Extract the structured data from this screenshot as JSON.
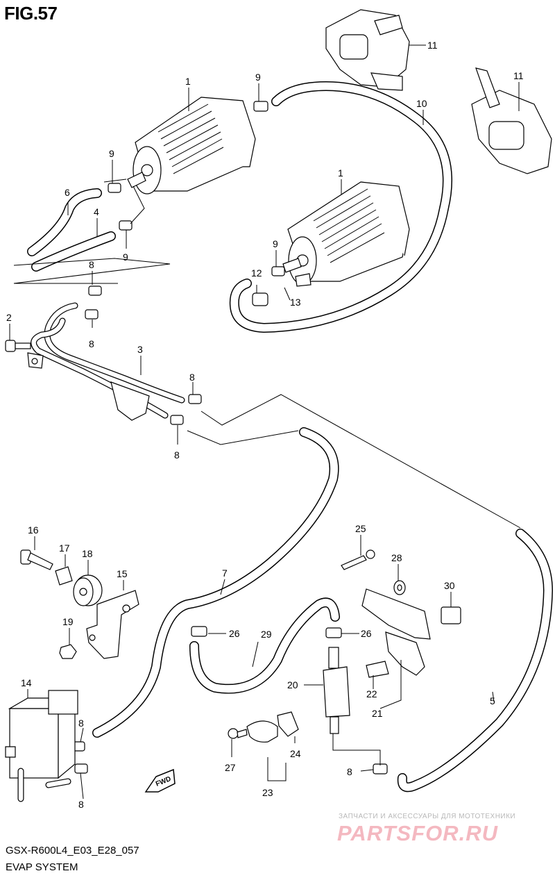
{
  "figure": {
    "title": "FIG.57"
  },
  "footer": {
    "model_code": "GSX-R600L4_E03_E28_057",
    "section_name": "EVAP SYSTEM"
  },
  "callouts": {
    "c1a": "1",
    "c1b": "1",
    "c2": "2",
    "c3": "3",
    "c4": "4",
    "c5": "5",
    "c6": "6",
    "c7": "7",
    "c8a": "8",
    "c8b": "8",
    "c8c": "8",
    "c8d": "8",
    "c8e": "8",
    "c8f": "8",
    "c8g": "8",
    "c9a": "9",
    "c9b": "9",
    "c9c": "9",
    "c9d": "9",
    "c10": "10",
    "c11a": "11",
    "c11b": "11",
    "c12": "12",
    "c13": "13",
    "c14": "14",
    "c15": "15",
    "c16": "16",
    "c17": "17",
    "c18": "18",
    "c19": "19",
    "c20": "20",
    "c21": "21",
    "c22": "22",
    "c23": "23",
    "c24": "24",
    "c25": "25",
    "c26a": "26",
    "c26b": "26",
    "c27": "27",
    "c28": "28",
    "c29": "29",
    "c30": "30"
  },
  "fwd_label": "FWD",
  "watermark": {
    "line": "ЗАПЧАСТИ И АКСЕССУАРЫ ДЛЯ МОТОТЕХНИКИ",
    "brand": "PARTSFOR.RU"
  }
}
